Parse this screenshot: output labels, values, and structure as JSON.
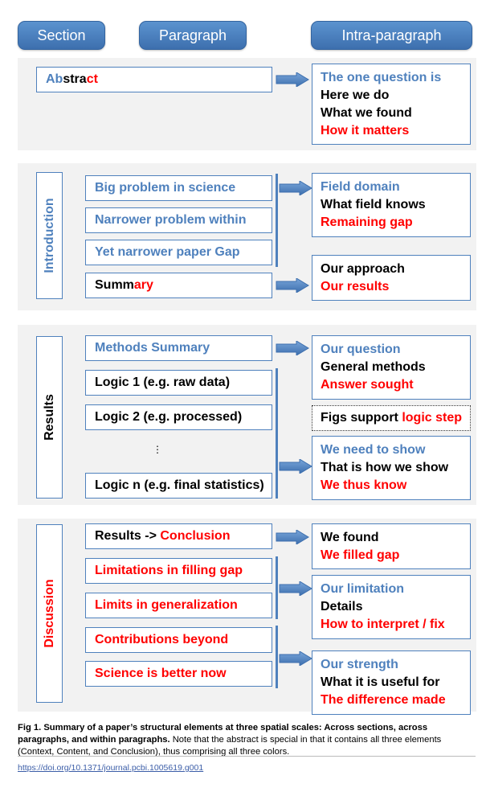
{
  "headers": {
    "section": "Section",
    "paragraph": "Paragraph",
    "intra": "Intra-paragraph"
  },
  "abstract": {
    "label_parts": [
      "Ab",
      "stra",
      "ct"
    ],
    "right_lines": [
      "The one question is",
      "Here we do",
      "What we found",
      "How it matters"
    ]
  },
  "introduction": {
    "section_label": "Introduction",
    "items": [
      "Big problem in science",
      "Narrower problem within",
      "Yet narrower paper Gap"
    ],
    "summary_parts": [
      "Summ",
      "ary"
    ],
    "right_top": [
      "Field domain",
      "What field knows",
      "Remaining gap"
    ],
    "right_bottom": [
      "Our approach",
      "Our results"
    ]
  },
  "results": {
    "section_label": "Results",
    "methods": "Methods Summary",
    "logic": [
      "Logic 1 (e.g. raw data)",
      "Logic 2 (e.g. processed)",
      "⋮",
      "Logic n (e.g. final statistics)"
    ],
    "right_top": [
      "Our question",
      "General methods",
      "Answer sought"
    ],
    "figs": [
      "Figs support ",
      "logic step"
    ],
    "right_bottom": [
      "We need to show",
      "That is how we show",
      "We thus know"
    ]
  },
  "discussion": {
    "section_label": "Discussion",
    "results_conclusion": [
      "Results -> ",
      "Conclusion"
    ],
    "items": [
      "Limitations in filling gap",
      "Limits in generalization",
      "Contributions beyond",
      "Science is better now"
    ],
    "right_1": [
      "We found",
      "We filled gap"
    ],
    "right_2": [
      "Our limitation",
      "Details",
      "How to interpret / fix"
    ],
    "right_3": [
      "Our strength",
      "What it is useful for",
      "The difference made"
    ]
  },
  "caption": {
    "bold": "Fig 1. Summary of a paper’s structural elements at three spatial scales: Across sections, across paragraphs, and within paragraphs.",
    "rest": " Note that the abstract is special in that it contains all three elements (Context, Content, and Conclusion), thus comprising all three colors."
  },
  "doi": "https://doi.org/10.1371/journal.pcbi.1005619.g001",
  "colors": {
    "blue": "#4f81bd",
    "red": "#ff0000",
    "black": "#000000",
    "band": "#f2f2f2"
  }
}
